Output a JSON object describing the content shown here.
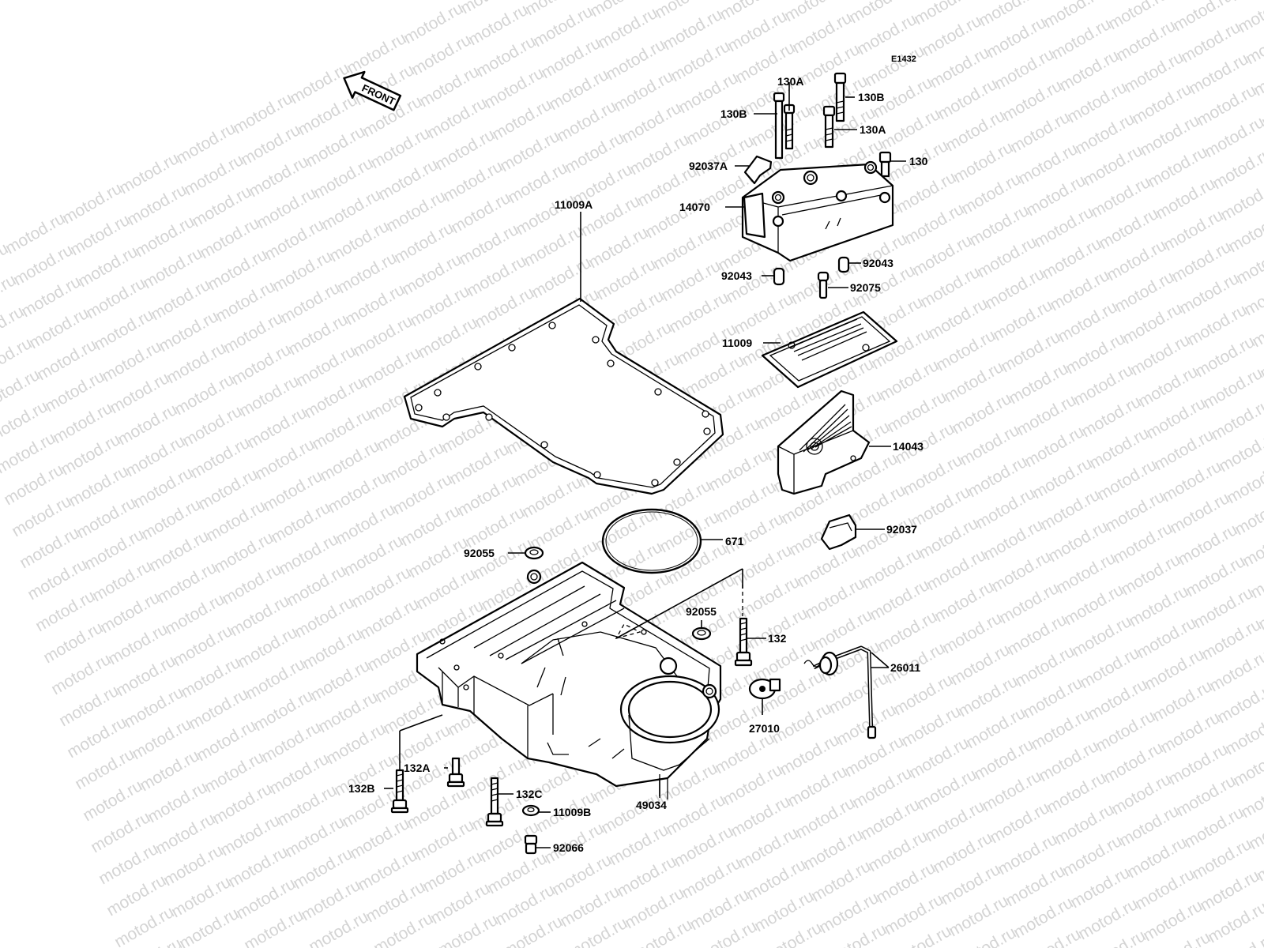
{
  "diagram_code": "E1432",
  "front_label": "FRONT",
  "watermark": "motod.ru",
  "labels": {
    "l_130A_top": "130A",
    "l_130B_top": "130B",
    "l_130B_left": "130B",
    "l_130A_right": "130A",
    "l_130": "130",
    "l_92037A": "92037A",
    "l_14070": "14070",
    "l_92043_right": "92043",
    "l_92043_left": "92043",
    "l_92075": "92075",
    "l_11009A": "11009A",
    "l_11009": "11009",
    "l_14043": "14043",
    "l_92037": "92037",
    "l_671": "671",
    "l_92055_left": "92055",
    "l_92055_right": "92055",
    "l_132": "132",
    "l_26011": "26011",
    "l_27010": "27010",
    "l_132A": "132A",
    "l_132B": "132B",
    "l_132C": "132C",
    "l_11009B": "11009B",
    "l_49034": "49034",
    "l_92066": "92066"
  }
}
